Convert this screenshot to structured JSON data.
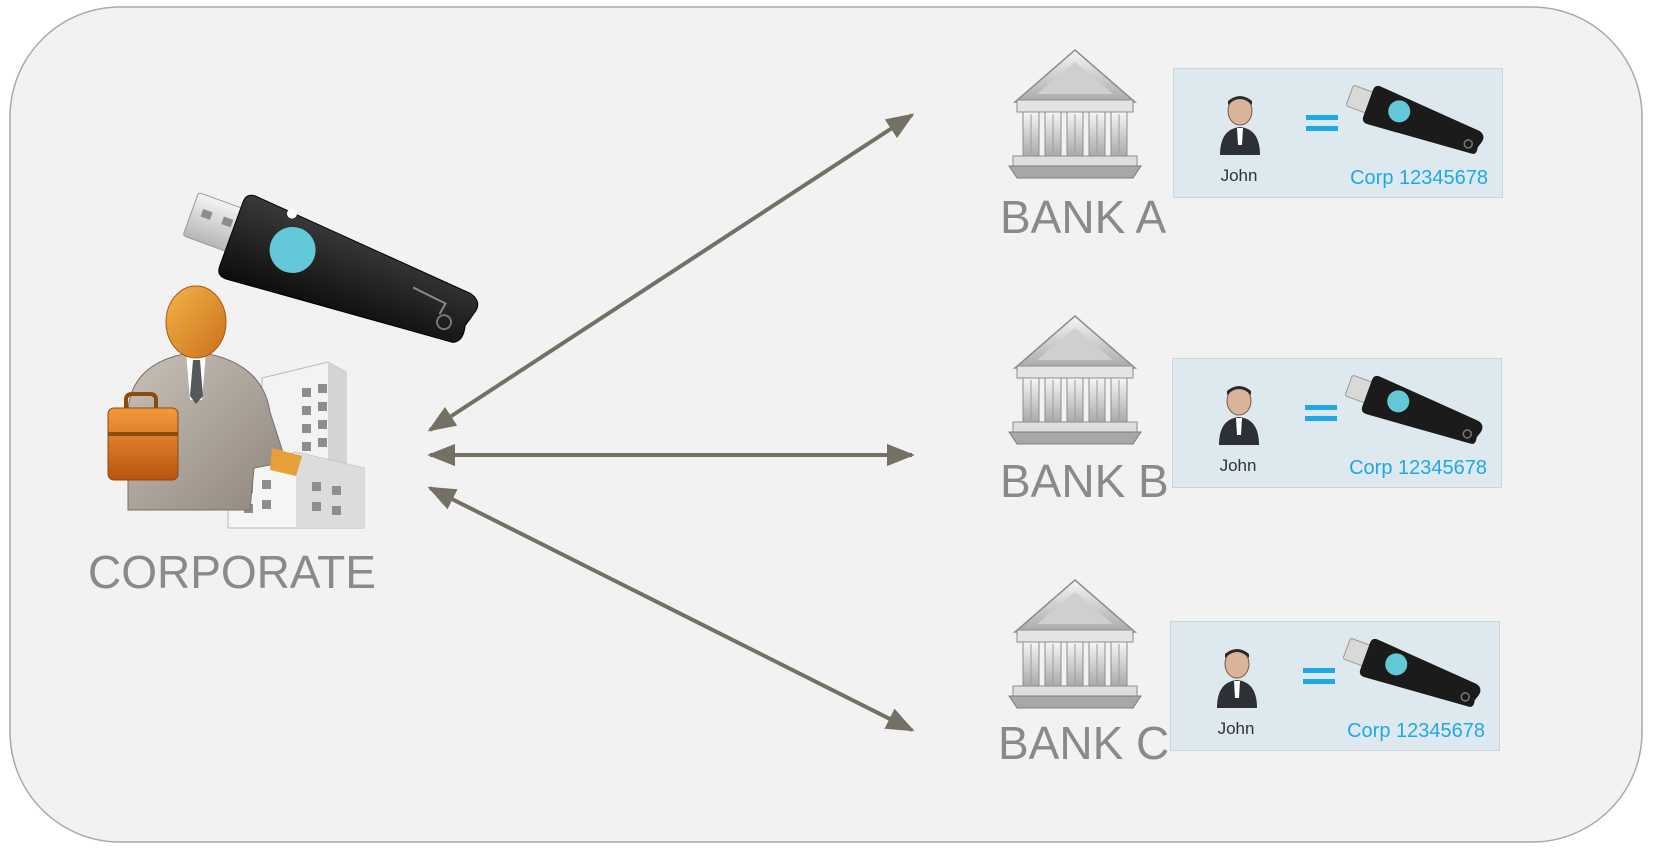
{
  "corporate": {
    "label": "CORPORATE",
    "icons": [
      "usb-token-icon",
      "businessman-icon",
      "briefcase-icon",
      "office-building-icon"
    ]
  },
  "connector_color": "#757066",
  "accent_color": "#1ea8e6",
  "banks": [
    {
      "label": "BANK A",
      "user_name": "John",
      "corp_id": "Corp 12345678"
    },
    {
      "label": "BANK B",
      "user_name": "John",
      "corp_id": "Corp 12345678"
    },
    {
      "label": "BANK C",
      "user_name": "John",
      "corp_id": "Corp 12345678"
    }
  ]
}
